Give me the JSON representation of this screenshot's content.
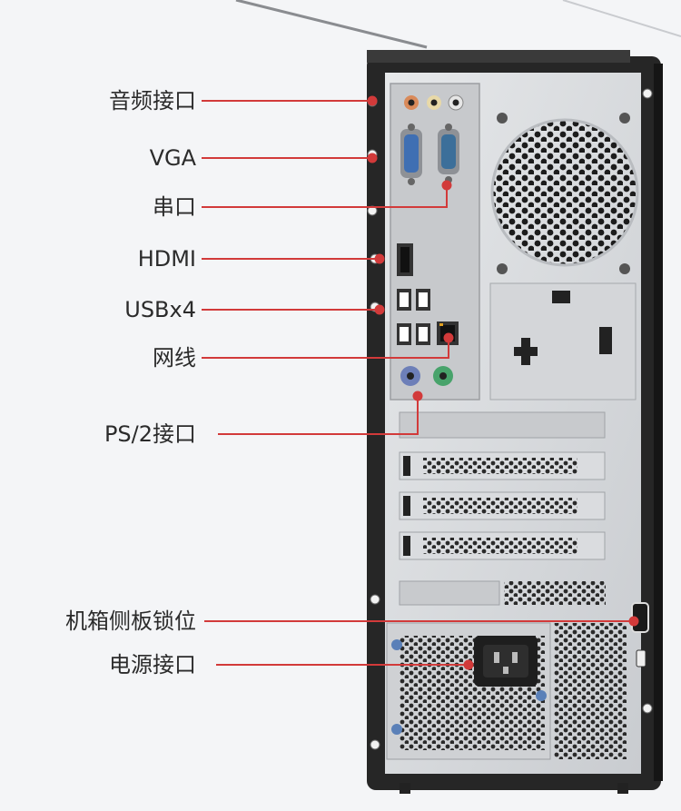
{
  "labels": {
    "audio": "音频接口",
    "vga": "VGA",
    "serial": "串口",
    "hdmi": "HDMI",
    "usb": "USBx4",
    "lan": "网线",
    "ps2": "PS/2接口",
    "lock": "机箱侧板锁位",
    "power": "电源接口"
  },
  "colors": {
    "leader": "#d23a3a",
    "chassis": "#2a2a2a",
    "panel": "#d8dadd",
    "vga_port": "#3f6fb3",
    "serial_port": "#3c6f9a",
    "ps2_mouse": "#48a36b",
    "ps2_keyboard": "#6d7fb8"
  }
}
